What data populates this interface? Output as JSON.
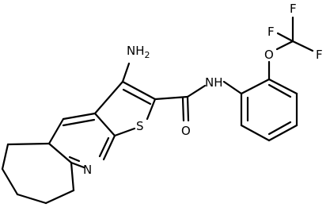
{
  "molecule": {
    "labels": {
      "amine": {
        "element": "N",
        "suffix": "H",
        "sub": "2"
      },
      "amide_nh": "NH",
      "carbonyl_o": "O",
      "ring_s": "S",
      "pyridine_n": "N",
      "ether_o": "O",
      "fluorine_1": "F",
      "fluorine_2": "F",
      "fluorine_3": "F"
    }
  }
}
